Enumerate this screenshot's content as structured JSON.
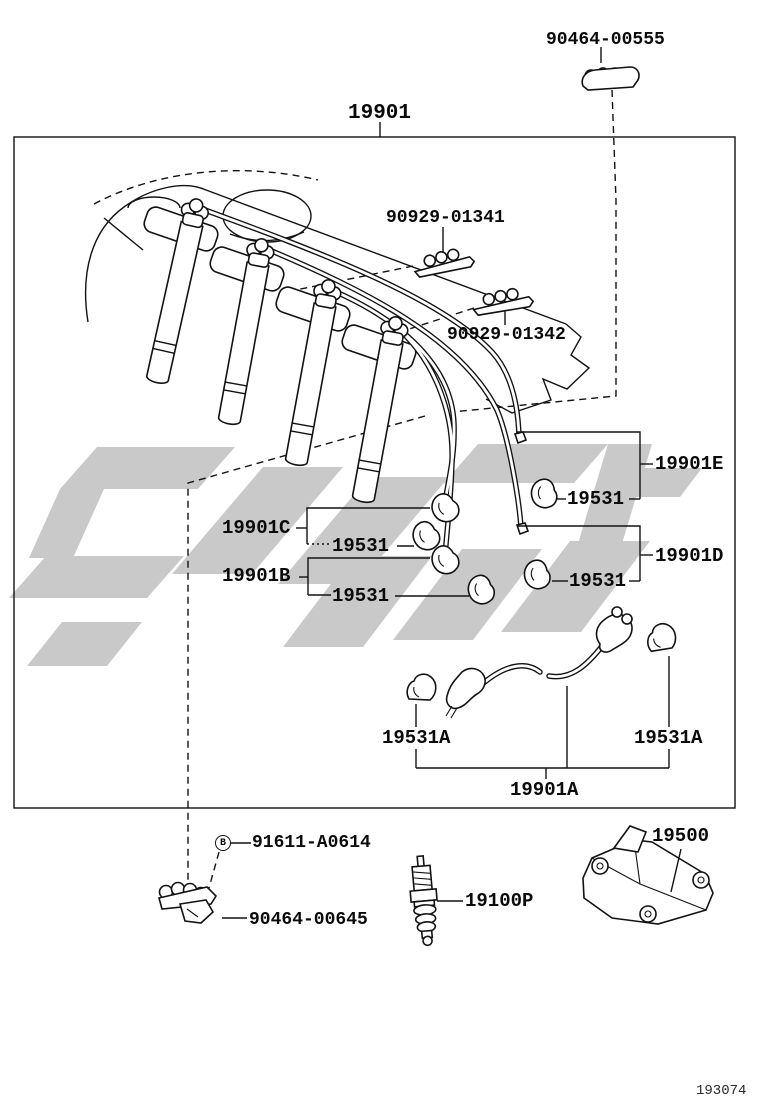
{
  "page": {
    "number": "193074"
  },
  "assembly": {
    "label": "19901"
  },
  "parts": {
    "wire_holder_top": "90464-00555",
    "wire_clamp_1": "90929-01341",
    "wire_clamp_2": "90929-01342",
    "cord_e": "19901E",
    "cord_d": "19901D",
    "cord_c": "19901C",
    "cord_b": "19901B",
    "cord_a": "19901A",
    "boot_1": "19531",
    "boot_2": "19531",
    "boot_3": "19531",
    "boot_4": "19531",
    "grommet_left": "19531A",
    "grommet_right": "19531A",
    "bolt": "91611-A0614",
    "bolt_marker": "B",
    "wire_holder_bottom": "90464-00645",
    "spark_plug": "19100P",
    "ignition_coil": "19500"
  }
}
